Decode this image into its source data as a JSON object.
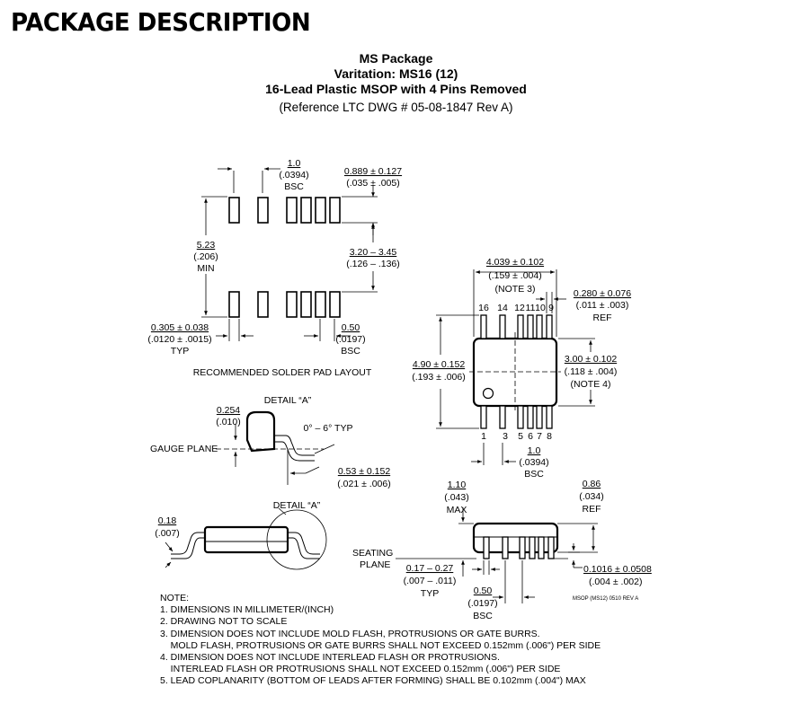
{
  "title": "PACKAGE DESCRIPTION",
  "header": {
    "line1": "MS Package",
    "line2": "Varitation: MS16 (12)",
    "line3": "16-Lead Plastic MSOP with 4 Pins Removed",
    "line4": "(Reference LTC DWG # 05-08-1847 Rev A)"
  },
  "solder_pad": {
    "pitch_mm": "1.0",
    "pitch_in": "(.0394)",
    "pitch_note": "BSC",
    "pad_len_mm": "0.889 ± 0.127",
    "pad_len_in": "(.035 ± .005)",
    "height_mm": "5.23",
    "height_in": "(.206)",
    "height_note": "MIN",
    "gap_mm": "3.20 – 3.45",
    "gap_in": "(.126 – .136)",
    "pad_w_mm": "0.305 ± 0.038",
    "pad_w_in": "(.0120 ± .0015)",
    "pad_w_note": "TYP",
    "pitch2_mm": "0.50",
    "pitch2_in": "(.0197)",
    "pitch2_note": "BSC",
    "caption": "RECOMMENDED SOLDER PAD LAYOUT"
  },
  "top_view": {
    "width_mm": "4.039 ± 0.102",
    "width_in": "(.159 ± .004)",
    "width_note": "(NOTE 3)",
    "lead_mm": "0.280 ± 0.076",
    "lead_in": "(.011 ± .003)",
    "lead_note": "REF",
    "span_mm": "4.90 ± 0.152",
    "span_in": "(.193 ± .006)",
    "body_mm": "3.00 ± 0.102",
    "body_in": "(.118 ± .004)",
    "body_note": "(NOTE 4)",
    "pins_top": [
      "16",
      "14",
      "12",
      "11",
      "10",
      "9"
    ],
    "pins_bottom": [
      "1",
      "3",
      "5",
      "6",
      "7",
      "8"
    ],
    "pitch_mm": "1.0",
    "pitch_in": "(.0394)",
    "pitch_note": "BSC"
  },
  "detail": {
    "t_mm": "0.254",
    "t_in": "(.010)",
    "label": "DETAIL “A”",
    "angle": "0° – 6° TYP",
    "gauge": "GAUGE PLANE",
    "foot_mm": "0.53 ± 0.152",
    "foot_in": "(.021 ± .006)"
  },
  "side": {
    "lead_t_mm": "0.18",
    "lead_t_in": "(.007)",
    "detail_label": "DETAIL “A”"
  },
  "end_view": {
    "h_mm": "1.10",
    "h_in": "(.043)",
    "h_note": "MAX",
    "ref_mm": "0.86",
    "ref_in": "(.034)",
    "ref_note": "REF",
    "seating1": "SEATING",
    "seating2": "PLANE",
    "lw_mm": "0.17 – 0.27",
    "lw_in": "(.007 – .011)",
    "lw_note": "TYP",
    "pitch_mm": "0.50",
    "pitch_in": "(.0197)",
    "pitch_note": "BSC",
    "standoff_mm": "0.1016 ± 0.0508",
    "standoff_in": "(.004 ± .002)",
    "dwg_ref": "MSOP (MS12) 0510 REV A"
  },
  "notes": [
    "NOTE:",
    "1. DIMENSIONS IN MILLIMETER/(INCH)",
    "2. DRAWING NOT TO SCALE",
    "3. DIMENSION DOES NOT INCLUDE MOLD FLASH, PROTRUSIONS OR GATE BURRS.",
    "    MOLD FLASH, PROTRUSIONS OR GATE BURRS SHALL NOT EXCEED 0.152mm (.006\") PER SIDE",
    "4. DIMENSION DOES NOT INCLUDE INTERLEAD FLASH OR PROTRUSIONS.",
    "    INTERLEAD FLASH OR PROTRUSIONS SHALL NOT EXCEED 0.152mm (.006\") PER SIDE",
    "5. LEAD COPLANARITY (BOTTOM OF LEADS AFTER FORMING) SHALL BE 0.102mm (.004\") MAX"
  ]
}
